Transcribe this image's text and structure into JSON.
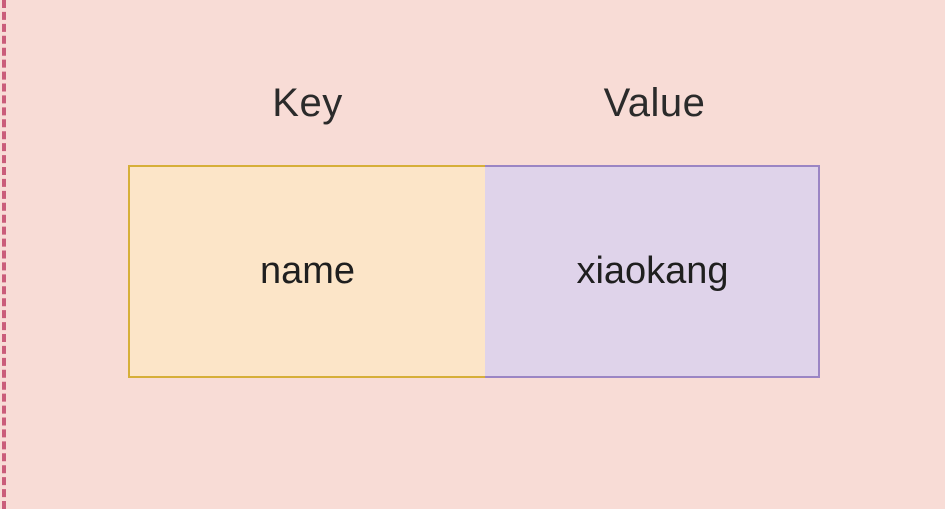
{
  "diagram": {
    "background_color": "#f8dcd6",
    "left_rule": {
      "style": "dashed",
      "color": "#c2476a"
    },
    "headers": [
      {
        "id": "key",
        "label": "Key"
      },
      {
        "id": "value",
        "label": "Value"
      }
    ],
    "rows": [
      {
        "key": {
          "text": "name",
          "fill_color": "#fce5c8",
          "border_color": "#d6af39"
        },
        "value": {
          "text": "xiaokang",
          "fill_color": "#dfd3ea",
          "border_color": "#9b85c4"
        }
      }
    ]
  }
}
